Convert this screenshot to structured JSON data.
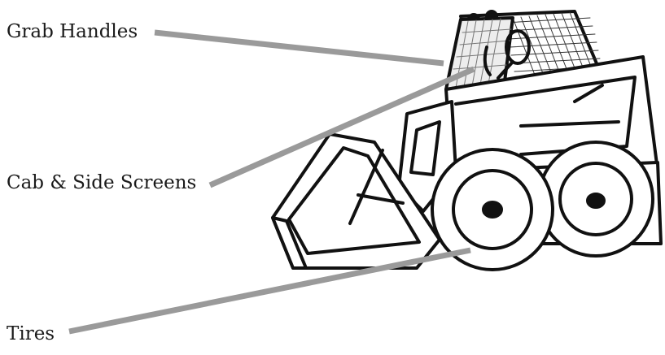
{
  "callouts": {
    "grab_handles": "Grab Handles",
    "cab_side_screens": "Cab & Side Screens",
    "tires": "Tires"
  },
  "colors": {
    "leader_line": "#9a9a9a",
    "outline": "#111111"
  }
}
